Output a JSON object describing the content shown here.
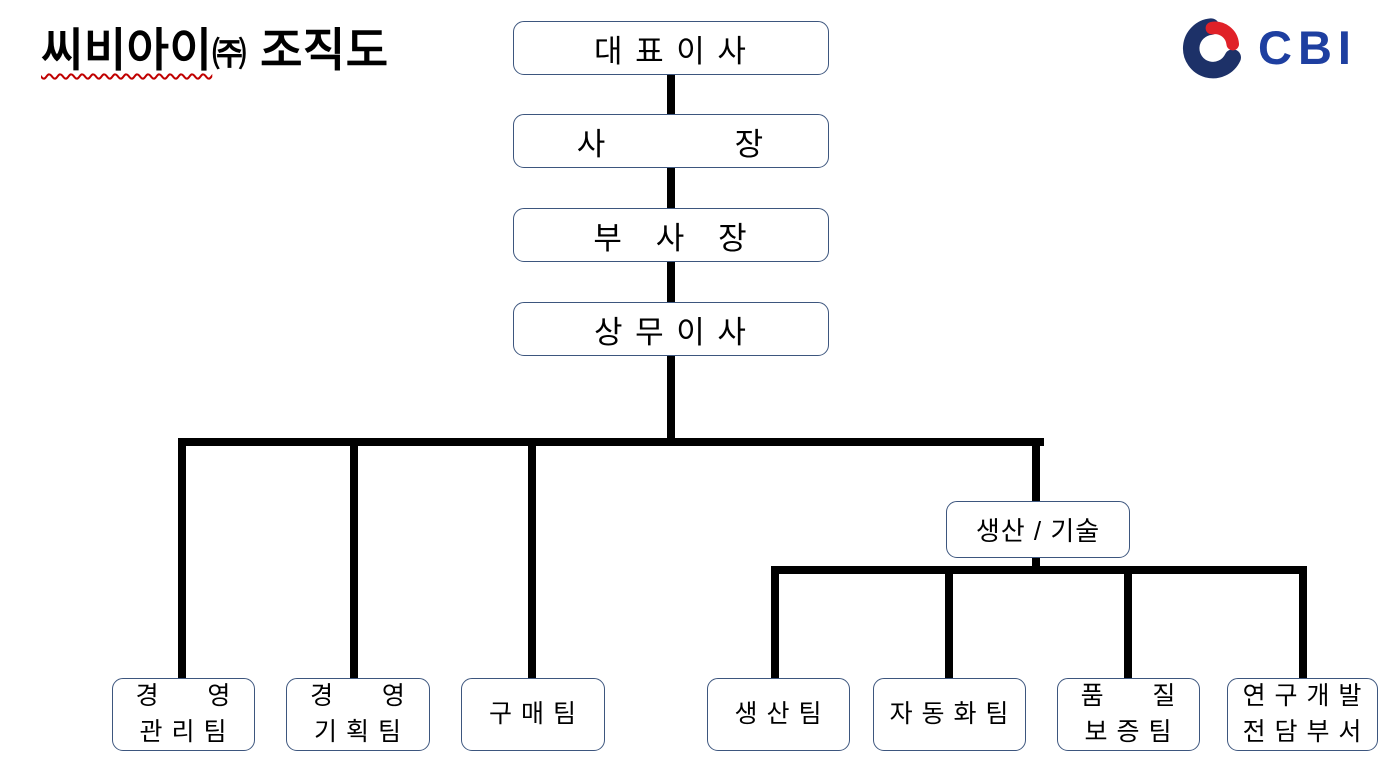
{
  "title": {
    "company": "씨비아이",
    "corp_mark": "㈜",
    "rest": " 조직도"
  },
  "logo": {
    "text": "CBI",
    "colors": {
      "icon_navy": "#1d3168",
      "icon_red": "#e02128",
      "text_blue": "#1e3fa0"
    }
  },
  "colors": {
    "box_border": "#3d567e",
    "connector": "#000000",
    "spellcheck_underline": "#c00000",
    "background": "#ffffff"
  },
  "org": {
    "ceo": {
      "label": "대 표 이 사"
    },
    "president": {
      "label": "사            장"
    },
    "vice_president": {
      "label": "부   사   장"
    },
    "managing_director": {
      "label": "상 무 이 사"
    },
    "prod_tech": {
      "label": "생산 / 기술"
    },
    "mgmt_admin_team": {
      "label": "경      영\n관 리 팀"
    },
    "mgmt_planning_team": {
      "label": "경      영\n기 획 팀"
    },
    "purchasing_team": {
      "label": "구 매 팀"
    },
    "production_team": {
      "label": "생 산 팀"
    },
    "automation_team": {
      "label": "자 동 화 팀"
    },
    "quality_assurance_team": {
      "label": "품      질\n보 증 팀"
    },
    "rnd_department": {
      "label": "연 구 개 발\n전 담 부 서"
    }
  }
}
